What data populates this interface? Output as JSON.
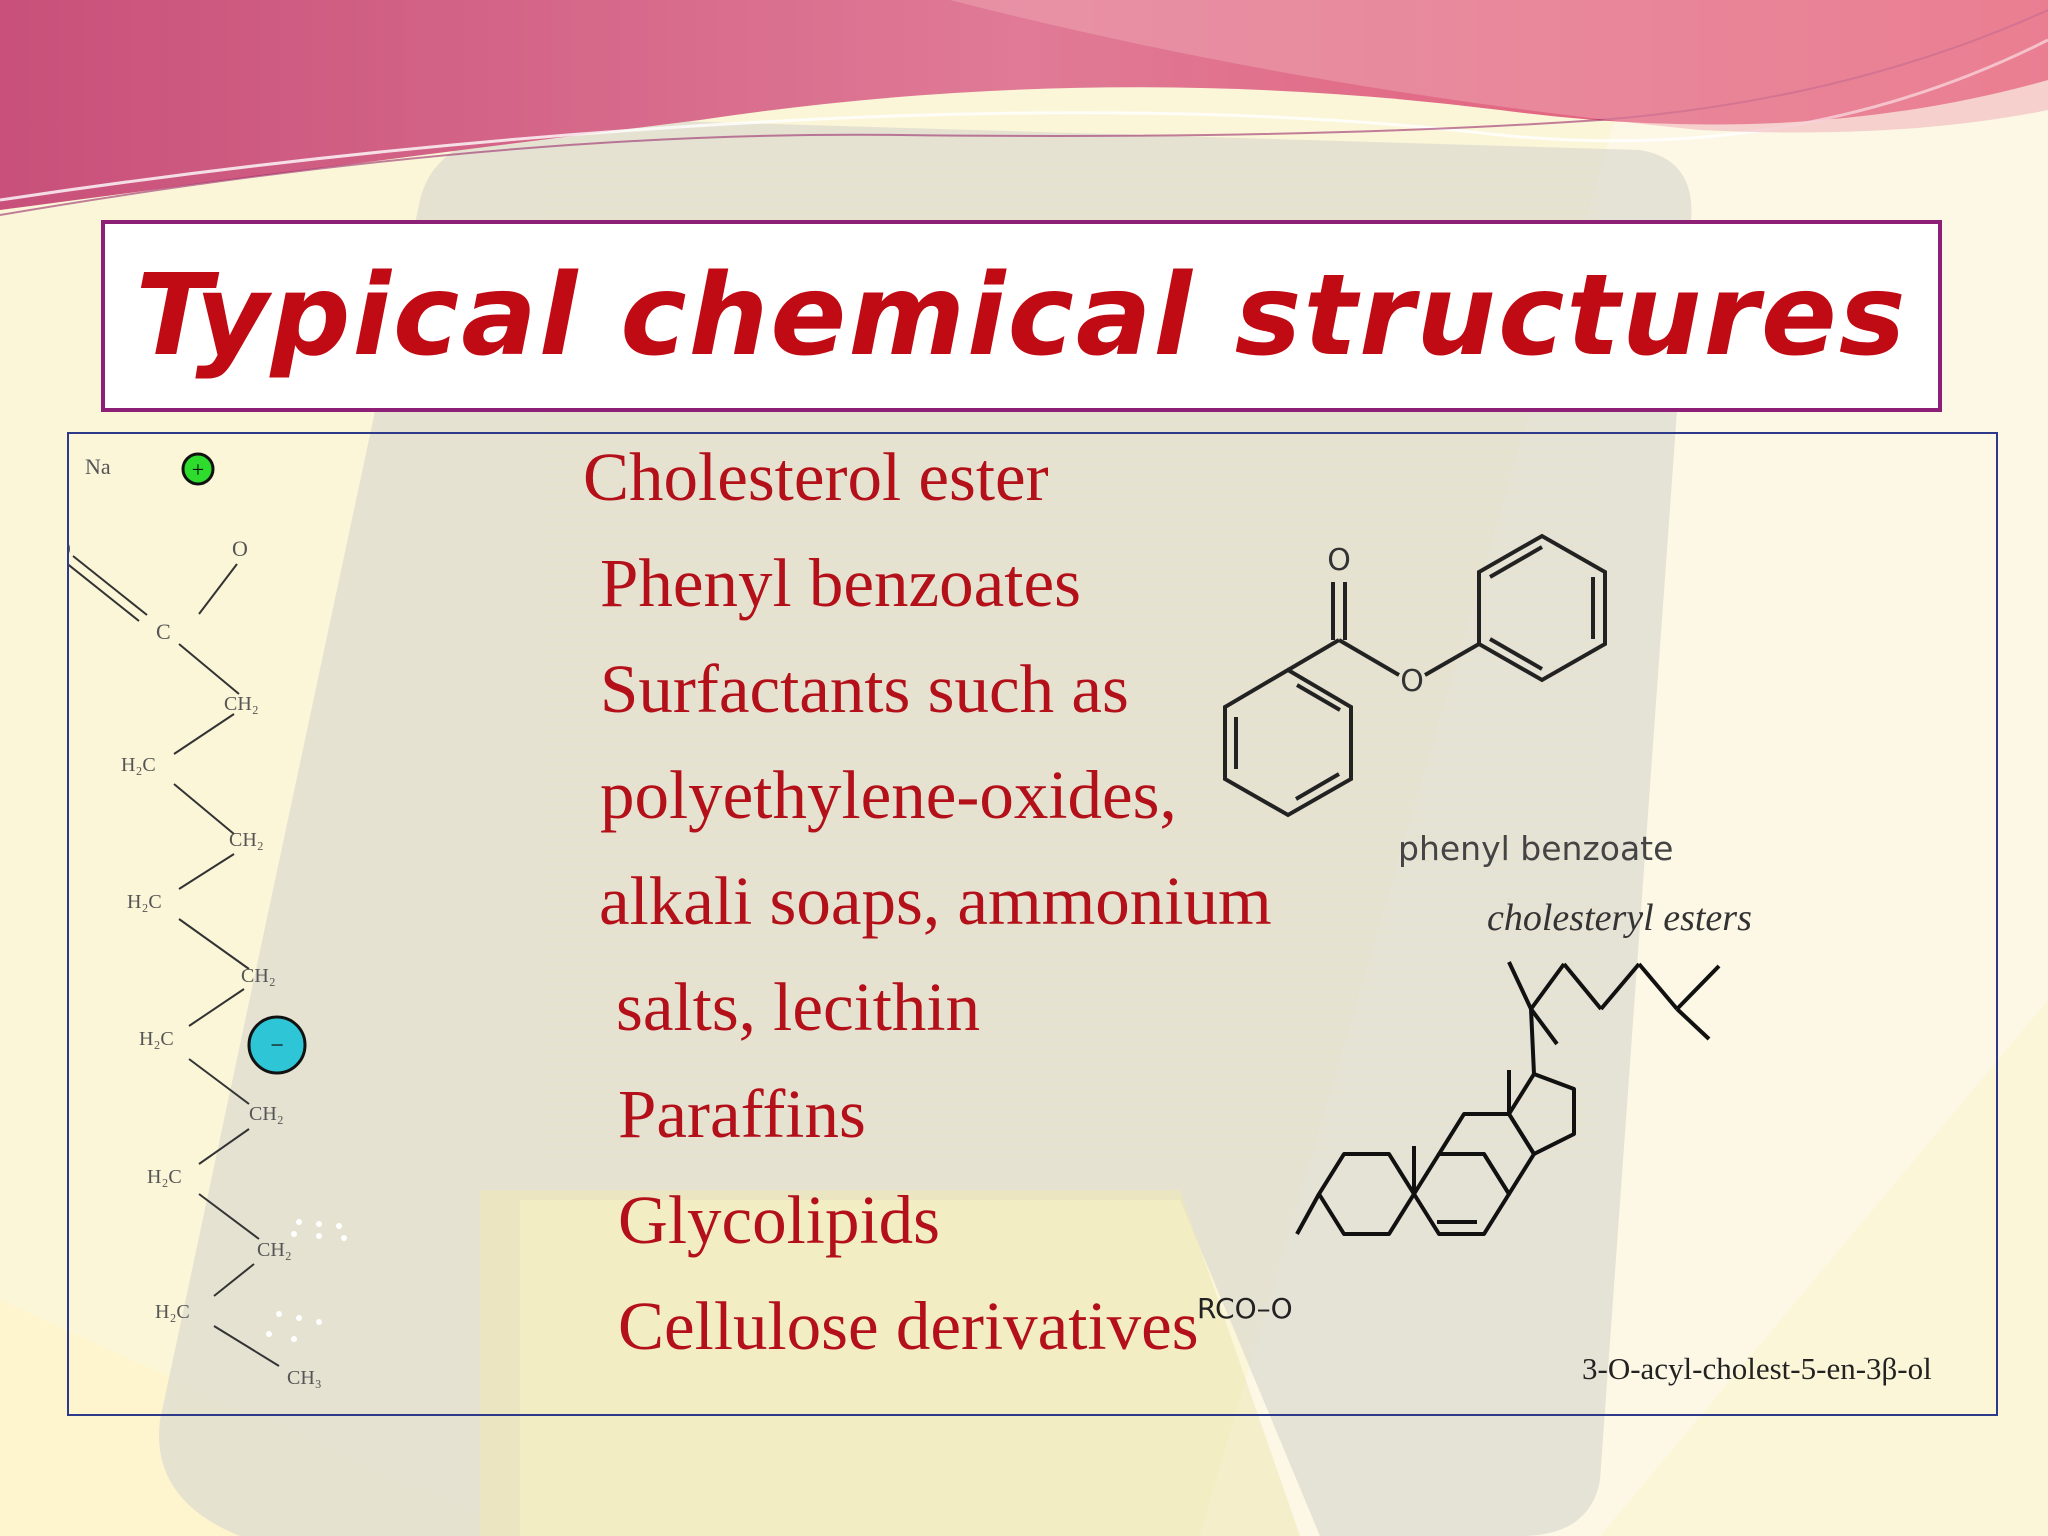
{
  "slide": {
    "title": "Typical chemical structures",
    "colors": {
      "title": "#c00a14",
      "bullets": "#b3101a",
      "title_border": "#8e1f77",
      "panel_border": "#2d3a8c"
    }
  },
  "bullets": [
    "Cholesterol ester",
    "Phenyl benzoates",
    "Surfactants such as",
    "polyethylene-oxides,",
    "alkali soaps, ammonium",
    "salts, lecithin",
    "Paraffins",
    "Glycolipids",
    "Cellulose derivatives"
  ],
  "surfactant_figure": {
    "na": "Na",
    "plus": "+",
    "minus": "−",
    "o_left": "O",
    "o_right": "O",
    "c": "C",
    "chain": [
      "CH₂",
      "H₂C",
      "CH₂",
      "H₂C",
      "CH₂",
      "H₂C",
      "CH₂",
      "H₂C",
      "CH₂",
      "H₂C",
      "CH₃"
    ]
  },
  "phenyl_figure": {
    "o_carbonyl": "O",
    "o_ester": "O",
    "caption": "phenyl benzoate"
  },
  "cholesteryl_figure": {
    "heading": "cholesteryl esters",
    "rco": "RCO–O",
    "caption": "3-O-acyl-cholest-5-en-3β-ol"
  }
}
